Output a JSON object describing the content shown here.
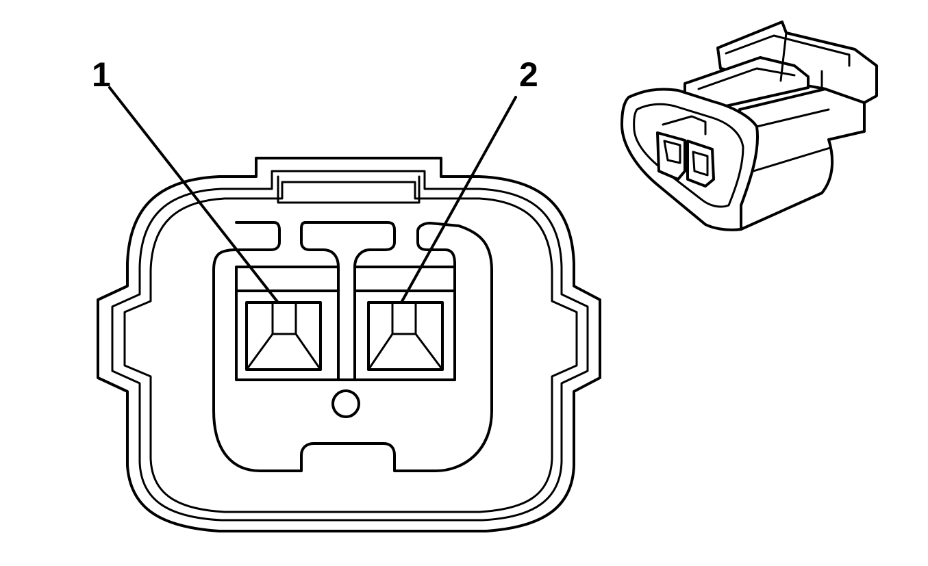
{
  "callouts": [
    {
      "id": "1",
      "text": "1"
    },
    {
      "id": "2",
      "text": "2"
    }
  ],
  "icons": {
    "connector_face": "connector-face-view-icon",
    "connector_3d": "connector-housing-3d-icon"
  },
  "colors": {
    "line": "#000000",
    "background": "#ffffff"
  }
}
